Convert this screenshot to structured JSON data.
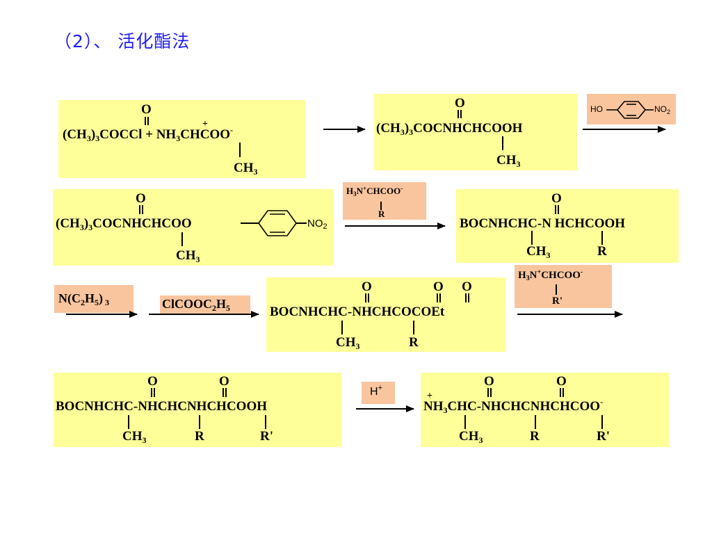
{
  "title": "（2）、 活化酯法",
  "colors": {
    "title": "#1f1ff0",
    "molecule_box": "#ffff99",
    "reagent_box": "#f9c59e"
  },
  "row1": {
    "reactant": {
      "o1": "O",
      "main_a": "(CH",
      "s1": "3",
      "main_b": ")",
      "s2": "3",
      "main_c": "COCCl  +  NH",
      "s3": "3",
      "main_d": "CHCOO",
      "plus": "+",
      "minus": "-",
      "ch": "CH",
      "ch_s": "3"
    },
    "product": {
      "o1": "O",
      "main_a": "(CH",
      "s1": "3",
      "main_b": ")",
      "s2": "3",
      "main_c": "COCNHCHCOOH",
      "ch": "CH",
      "ch_s": "3"
    },
    "reagent": {
      "ho": "HO",
      "no": "NO",
      "no_s": "2"
    }
  },
  "row2": {
    "ester": {
      "o1": "O",
      "main_a": "(CH",
      "s1": "3",
      "main_b": ")",
      "s2": "3",
      "main_c": "COCNHCHCOO",
      "no": "NO",
      "no_s": "2",
      "ch": "CH",
      "ch_s": "3"
    },
    "reagent": {
      "a": "H",
      "a_s": "3",
      "b": "N",
      "plus": "+",
      "c": "CHCOO",
      "minus": "-",
      "r": "R"
    },
    "product": {
      "o1": "O",
      "main": "BOCNHCHC-N HCHCOOH",
      "ch": "CH",
      "ch_s": "3",
      "r": "R"
    }
  },
  "row3": {
    "reagent1": {
      "a": "N(C",
      "a_s1": "2",
      "b": "H",
      "a_s2": "5",
      "c": ")",
      "c_s": " 3"
    },
    "reagent2": {
      "a": "ClCOOC",
      "a_s": "2",
      "b": "H",
      "b_s": "5"
    },
    "product": {
      "o1": "O",
      "o2": "O",
      "o3": "O",
      "main": "BOCNHCHC-NHCHCOCOEt",
      "ch": "CH",
      "ch_s": "3",
      "r": "R"
    },
    "reagent3": {
      "a": "H",
      "a_s": "3",
      "b": "N",
      "plus": "+",
      "c": "CHCOO",
      "minus": "-",
      "r": "R'"
    }
  },
  "row4": {
    "reactant": {
      "o1": "O",
      "o2": "O",
      "main": "BOCNHCHC-NHCHCNHCHCOOH",
      "ch": "CH",
      "ch_s": "3",
      "r": "R",
      "r2": "R'"
    },
    "reagent": {
      "h": "H",
      "plus": "+"
    },
    "product": {
      "o1": "O",
      "o2": "O",
      "plus": "+",
      "main_a": "NH",
      "s1": "3",
      "main_b": "CHC-NHCHCNHCHCOO",
      "minus": "-",
      "ch": "CH",
      "ch_s": "3",
      "r": "R",
      "r2": "R'"
    }
  }
}
